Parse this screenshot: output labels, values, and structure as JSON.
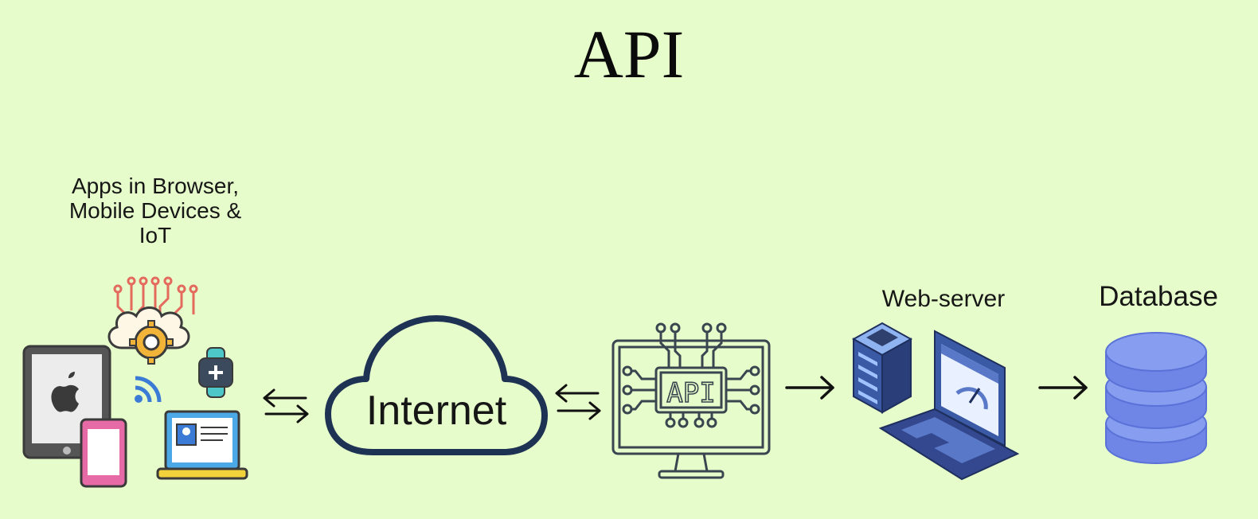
{
  "title": "API",
  "nodes": {
    "clients": {
      "label": "Apps in Browser, Mobile Devices & IoT",
      "icon": "devices-iot-icon"
    },
    "internet": {
      "label": "Internet",
      "icon": "cloud-icon"
    },
    "api": {
      "label": "API",
      "icon": "monitor-chip-icon"
    },
    "webserver": {
      "label": "Web-server",
      "icon": "server-laptop-icon"
    },
    "database": {
      "label": "Database",
      "icon": "database-icon"
    }
  },
  "edges": [
    {
      "from": "clients",
      "to": "internet",
      "style": "bidirectional"
    },
    {
      "from": "internet",
      "to": "api",
      "style": "bidirectional"
    },
    {
      "from": "api",
      "to": "webserver",
      "style": "forward"
    },
    {
      "from": "webserver",
      "to": "database",
      "style": "forward"
    }
  ],
  "colors": {
    "background": "#e6fcca",
    "cloud_stroke": "#1e3354",
    "api_stroke": "#3a4550",
    "database_fill": "#6f86e6",
    "server_blue": "#3b5aa6"
  }
}
